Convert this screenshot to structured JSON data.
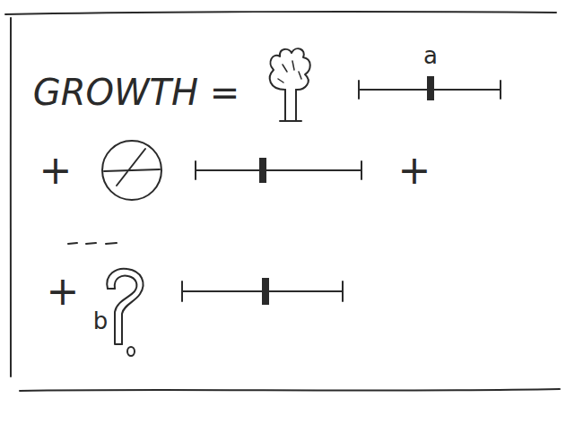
{
  "diagram": {
    "labels": [
      "GROWTH =",
      "+",
      "+",
      "+",
      "a",
      "b"
    ]
  }
}
